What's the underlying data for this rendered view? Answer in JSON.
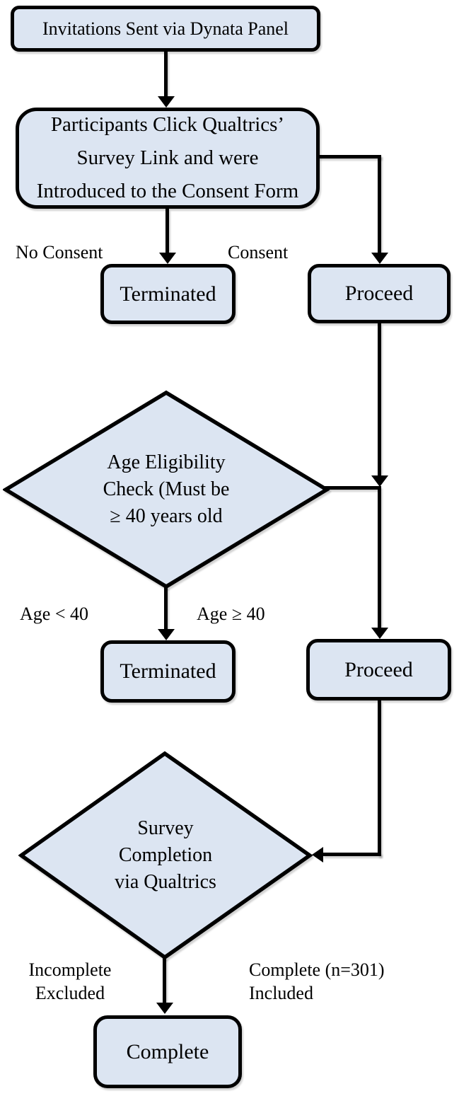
{
  "colors": {
    "node_fill": "#dce5f2",
    "node_border": "#000000",
    "line": "#000000",
    "text": "#000000",
    "background": "#ffffff"
  },
  "nodes": {
    "invitations": {
      "shape": "rounded-rectangle",
      "label": "Invitations Sent via Dynata Panel"
    },
    "consent_intro": {
      "shape": "rounded-rectangle",
      "lines": [
        "Participants Click Qualtrics’",
        "Survey Link and were",
        "Introduced to the Consent Form"
      ]
    },
    "terminated_consent": {
      "shape": "rounded-rectangle",
      "label": "Terminated"
    },
    "proceed_consent": {
      "shape": "rounded-rectangle",
      "label": "Proceed"
    },
    "age_check": {
      "shape": "diamond",
      "lines": [
        "Age Eligibility",
        "Check (Must be",
        "≥ 40 years old"
      ]
    },
    "terminated_age": {
      "shape": "rounded-rectangle",
      "label": "Terminated"
    },
    "proceed_age": {
      "shape": "rounded-rectangle",
      "label": "Proceed"
    },
    "survey_completion": {
      "shape": "diamond",
      "lines": [
        "Survey",
        "Completion",
        "via Qualtrics"
      ]
    },
    "complete": {
      "shape": "rounded-rectangle",
      "label": "Complete"
    }
  },
  "edge_labels": {
    "no_consent": "No Consent",
    "consent": "Consent",
    "age_lt_40": "Age < 40",
    "age_gte_40": "Age ≥ 40",
    "incomplete_excluded": [
      "Incomplete",
      "Excluded"
    ],
    "complete_included": [
      "Complete (n=301)",
      "Included"
    ]
  }
}
